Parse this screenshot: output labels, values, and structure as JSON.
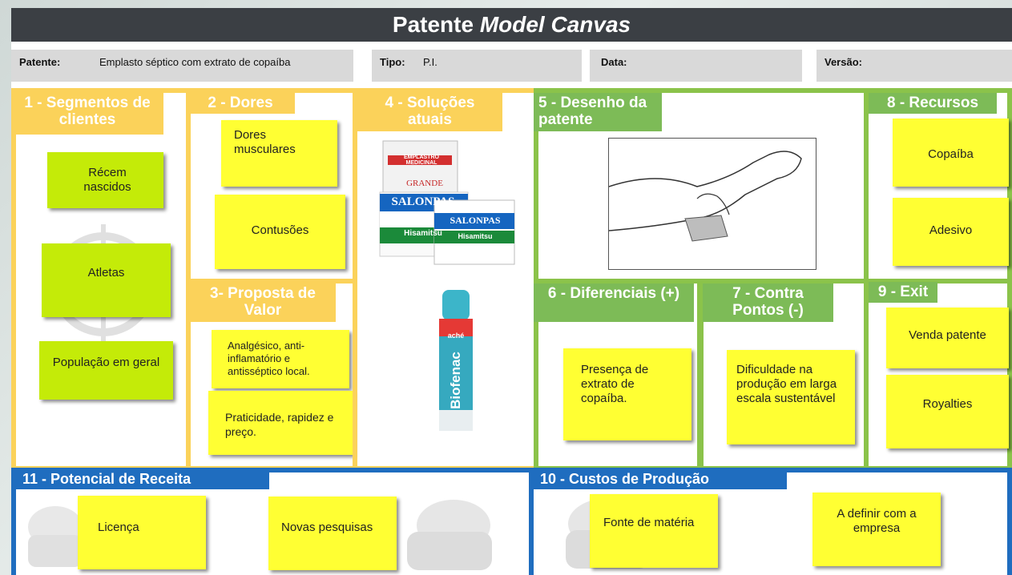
{
  "title": {
    "main": "Patente",
    "italic": "Model Canvas"
  },
  "info": {
    "patente_label": "Patente:",
    "patente_value": "Emplasto séptico com extrato de copaíba",
    "tipo_label": "Tipo:",
    "tipo_value": "P.I.",
    "data_label": "Data:",
    "data_value": "",
    "versao_label": "Versão:",
    "versao_value": ""
  },
  "sections": {
    "segmentos": {
      "title": "1 - Segmentos de clientes",
      "notes": [
        "Récem nascidos",
        "Atletas",
        "População em geral"
      ]
    },
    "dores": {
      "title": "2 - Dores",
      "notes": [
        "Dores musculares",
        "Contusões"
      ]
    },
    "proposta": {
      "title": "3- Proposta de Valor",
      "notes": [
        "Analgésico, anti-inflamatório e antisséptico local.",
        "Praticidade, rapidez e preço."
      ]
    },
    "solucoes": {
      "title": "4 - Soluções atuais",
      "product_box_header": "EMPLASTRO MEDICINAL",
      "product_box_size": "GRANDE",
      "product_brand": "SALONPAS",
      "product_maker": "Hisamitsu",
      "spray_brand": "Biofenac",
      "spray_maker": "aché"
    },
    "desenho": {
      "title": "5 - Desenho da patente"
    },
    "recursos": {
      "title": "8 - Recursos",
      "notes": [
        "Copaíba",
        "Adesivo"
      ]
    },
    "diferenciais": {
      "title": "6 - Diferenciais (+)",
      "notes": [
        "Presença de extrato de copaíba."
      ]
    },
    "contra": {
      "title": "7 - Contra Pontos (-)",
      "notes": [
        "Dificuldade na produção em larga escala sustentável"
      ]
    },
    "exit": {
      "title": "9 - Exit",
      "notes": [
        "Venda patente",
        "Royalties"
      ]
    },
    "receita": {
      "title": "11 - Potencial de Receita",
      "notes": [
        "Licença",
        "Novas pesquisas"
      ]
    },
    "custos": {
      "title": "10 - Custos de Produção",
      "notes": [
        "Fonte de matéria",
        "A definir com a empresa"
      ]
    }
  },
  "colors": {
    "title_bar": "#3b3f44",
    "field_bg": "#d9d9d9",
    "yellow_frame": "#fbd25a",
    "green_frame": "#8bc34a",
    "blue_frame": "#1f6dbf",
    "note_yellow": "#ffff33",
    "note_lime": "#c4eb08"
  }
}
